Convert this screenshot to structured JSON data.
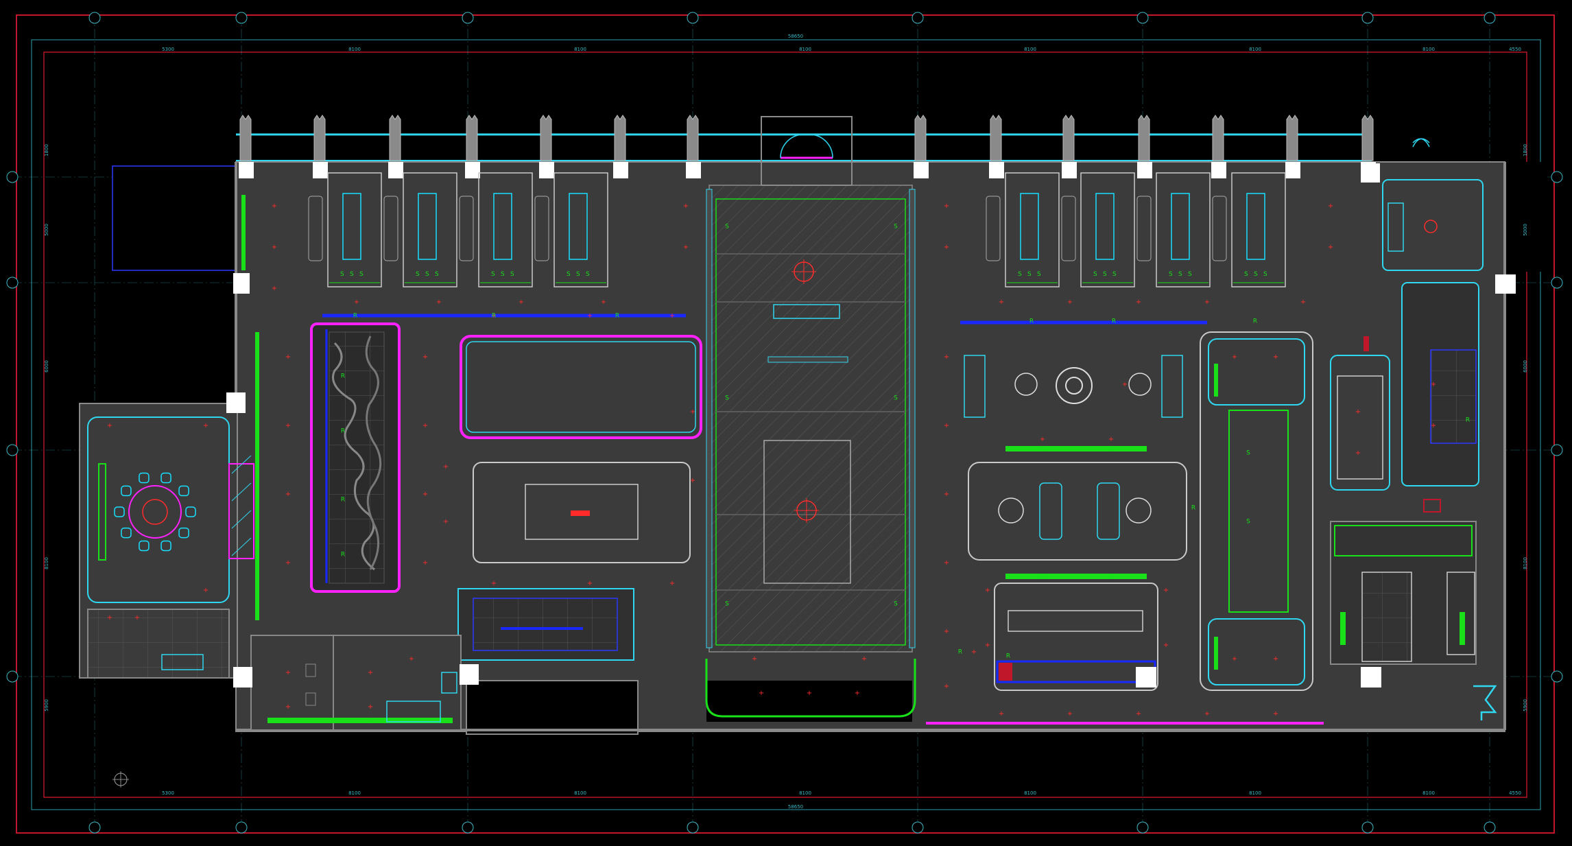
{
  "drawing": {
    "grid_top_labels": [
      "",
      "",
      "",
      "",
      "",
      "",
      "",
      "",
      "",
      ""
    ],
    "grid_side_labels": [
      "",
      "",
      "",
      ""
    ],
    "top_spacing_dims": [
      "5300",
      "8100",
      "8100",
      "8100",
      "8100",
      "8100",
      "8100",
      "4550"
    ],
    "bottom_spacing_dims": [
      "5300",
      "8100",
      "8100",
      "8100",
      "8100",
      "8100",
      "8100",
      "4550"
    ],
    "overall_dim_top": "58650",
    "overall_dim_bottom": "58650",
    "left_dims": [
      "1800",
      "5000",
      "6000",
      "8100",
      "5900"
    ],
    "right_dims": [
      "1800",
      "5000",
      "6000",
      "8100",
      "5900"
    ],
    "room_labels": [],
    "fixture_glyphs": {
      "light": "+",
      "return_air": "R",
      "supply_air": "S"
    },
    "colors": {
      "background": "#000000",
      "frame_red": "#c0182a",
      "dimension_cyan": "#3bb8c7",
      "wall_grey": "#6a6a6a",
      "wall_fill": "#1c1c1c",
      "floor_grey": "#3d3d3d",
      "window_cyan": "#2fd7f0",
      "light_red": "#ff2b2b",
      "furniture_cyan": "#18e0ff",
      "vent_green": "#19e019",
      "duct_blue": "#1a28ff",
      "highlight_magenta": "#ff22ff",
      "label_white": "#ffffff"
    }
  }
}
